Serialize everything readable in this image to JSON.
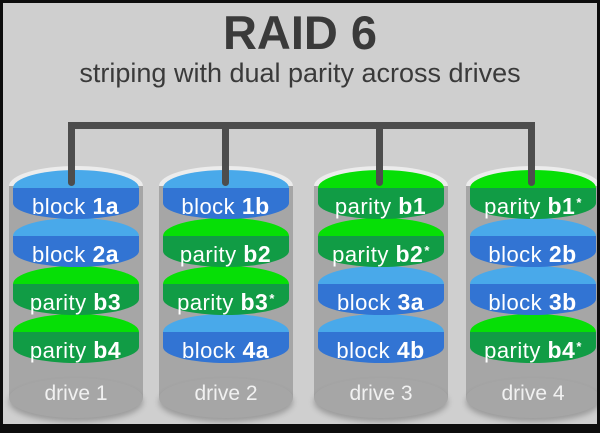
{
  "title": "RAID 6",
  "subtitle": "striping with dual parity across drives",
  "colors": {
    "background": "#cfcfcf",
    "border": "#0d0d0d",
    "heading_text": "#3a3a3a",
    "connector": "#4d4d4d",
    "cylinder_gray": "#a6a6a6",
    "cylinder_rim": "#ececec",
    "block_cap_blue": "#49a9ea",
    "block_band_blue": "#3274d3",
    "parity_cap_green": "#06df06",
    "parity_band_green": "#119c45",
    "block_text": "#ffffff",
    "drive_label_text": "#f1f1f1"
  },
  "drives": [
    {
      "label": "drive 1",
      "blocks": [
        {
          "kind": "block",
          "word": "block",
          "id": "1a",
          "sup": ""
        },
        {
          "kind": "block",
          "word": "block",
          "id": "2a",
          "sup": ""
        },
        {
          "kind": "parity",
          "word": "parity",
          "id": "b3",
          "sup": ""
        },
        {
          "kind": "parity",
          "word": "parity",
          "id": "b4",
          "sup": ""
        }
      ]
    },
    {
      "label": "drive 2",
      "blocks": [
        {
          "kind": "block",
          "word": "block",
          "id": "1b",
          "sup": ""
        },
        {
          "kind": "parity",
          "word": "parity",
          "id": "b2",
          "sup": ""
        },
        {
          "kind": "parity",
          "word": "parity",
          "id": "b3",
          "sup": "*"
        },
        {
          "kind": "block",
          "word": "block",
          "id": "4a",
          "sup": ""
        }
      ]
    },
    {
      "label": "drive 3",
      "blocks": [
        {
          "kind": "parity",
          "word": "parity",
          "id": "b1",
          "sup": ""
        },
        {
          "kind": "parity",
          "word": "parity",
          "id": "b2",
          "sup": "*"
        },
        {
          "kind": "block",
          "word": "block",
          "id": "3a",
          "sup": ""
        },
        {
          "kind": "block",
          "word": "block",
          "id": "4b",
          "sup": ""
        }
      ]
    },
    {
      "label": "drive 4",
      "blocks": [
        {
          "kind": "parity",
          "word": "parity",
          "id": "b1",
          "sup": "*"
        },
        {
          "kind": "block",
          "word": "block",
          "id": "2b",
          "sup": ""
        },
        {
          "kind": "block",
          "word": "block",
          "id": "3b",
          "sup": ""
        },
        {
          "kind": "parity",
          "word": "parity",
          "id": "b4",
          "sup": "*"
        }
      ]
    }
  ]
}
